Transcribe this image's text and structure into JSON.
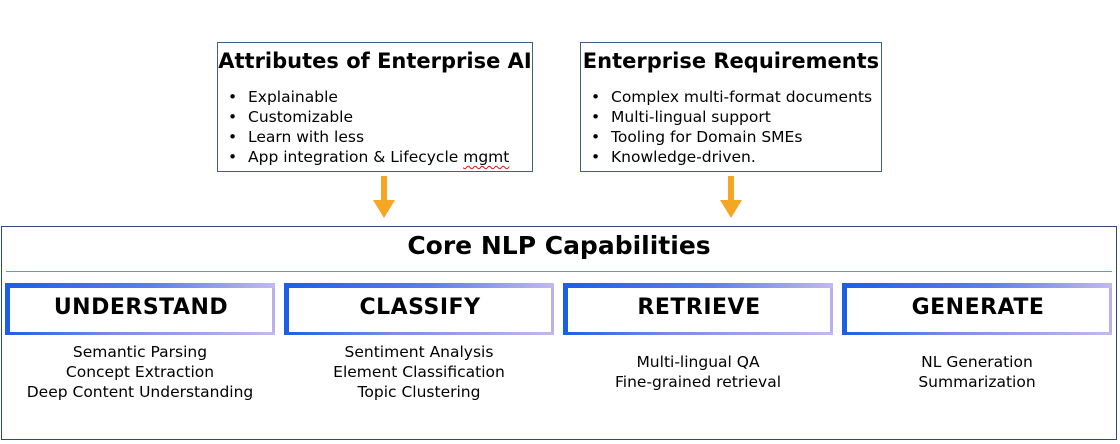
{
  "top_boxes": [
    {
      "title": "Attributes of Enterprise AI",
      "items": [
        "Explainable",
        "Customizable",
        "Learn with less",
        "App integration & Lifecycle mgmt"
      ],
      "squiggle_word": "mgmt"
    },
    {
      "title": "Enterprise Requirements",
      "items": [
        "Complex multi-format documents",
        "Multi-lingual support",
        "Tooling for Domain SMEs",
        "Knowledge-driven."
      ]
    }
  ],
  "core": {
    "title": "Core NLP Capabilities",
    "capabilities": [
      {
        "label": "UNDERSTAND",
        "items": [
          "Semantic Parsing",
          "Concept Extraction",
          "Deep Content Understanding"
        ]
      },
      {
        "label": "CLASSIFY",
        "items": [
          "Sentiment Analysis",
          "Element Classification",
          "Topic Clustering"
        ]
      },
      {
        "label": "RETRIEVE",
        "items": [
          "Multi-lingual QA",
          "Fine-grained retrieval"
        ]
      },
      {
        "label": "GENERATE",
        "items": [
          "NL Generation",
          "Summarization"
        ]
      }
    ]
  },
  "colors": {
    "arrow": "#f5a623",
    "box_border": "#3f5f8a",
    "header_accent": "#1a5fe6",
    "header_fade": "#c2b9ef",
    "rule": "#4aa3d6"
  }
}
